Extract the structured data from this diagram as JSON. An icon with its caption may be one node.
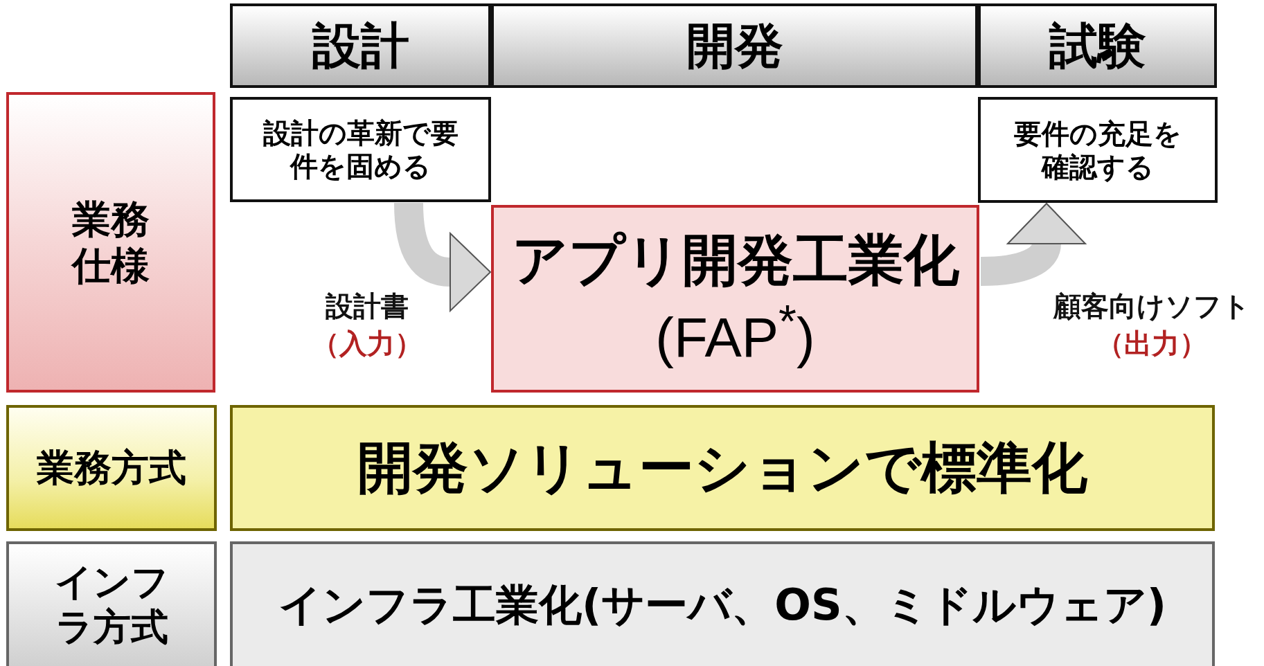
{
  "diagram": {
    "nodes": [
      {
        "text": [
          "設計"
        ]
      },
      {
        "text": [
          "開発"
        ]
      },
      {
        "text": [
          "試験"
        ]
      },
      {
        "text": [
          "業務仕様"
        ]
      },
      {
        "text": [
          "設計の革新で要件を固める"
        ]
      },
      {
        "text": [
          "要件の充足を確認する"
        ]
      },
      {
        "text": [
          "アプリ開発工業化",
          "(FAP$^{*}$)"
        ]
      },
      {
        "text": [
          "業務方式"
        ]
      },
      {
        "text": [
          "開発ソリューションで標準化"
        ]
      },
      {
        "text": [
          "インフラ方式"
        ]
      },
      {
        "text": [
          "インフラ工業化(サーバ、OS、ミドルウェア)"
        ]
      }
    ],
    "edges": [
      {
        "from": 4,
        "to": 6,
        "arrow": "to"
      },
      {
        "from": 6,
        "to": 5,
        "arrow": "to"
      }
    ],
    "labels": [
      "設計書",
      "（入力）",
      "顧客向けソフト",
      "（出力）"
    ]
  }
}
